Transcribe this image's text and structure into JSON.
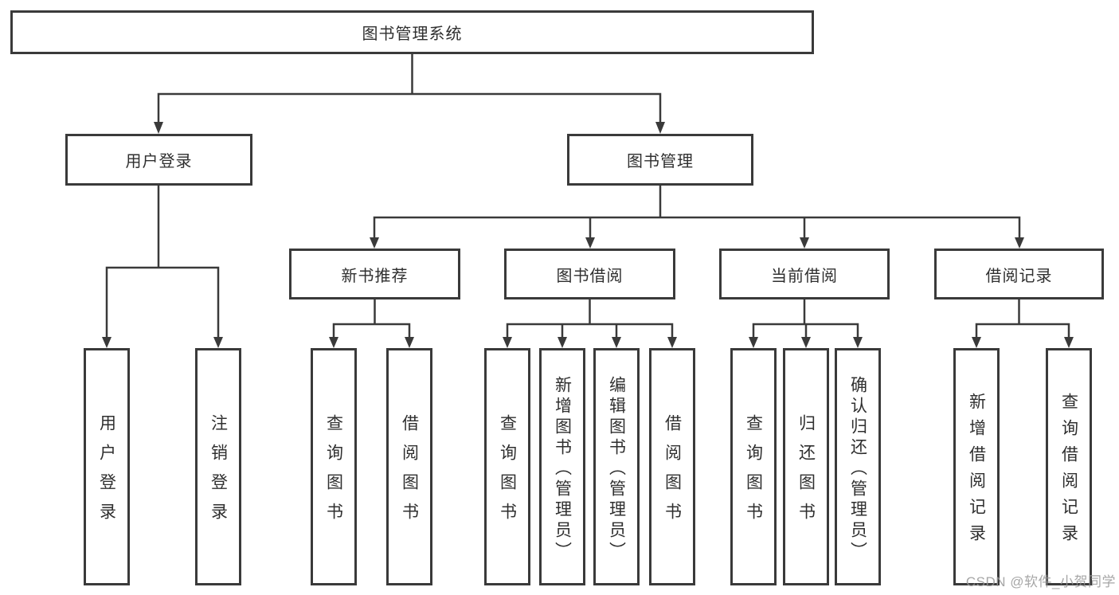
{
  "diagram": {
    "root": {
      "label": "图书管理系统"
    },
    "branches": [
      {
        "label": "用户登录",
        "children": [
          {
            "label": "用户登录"
          },
          {
            "label": "注销登录"
          }
        ]
      },
      {
        "label": "图书管理",
        "children": [
          {
            "label": "新书推荐",
            "children": [
              {
                "label": "查询图书"
              },
              {
                "label": "借阅图书"
              }
            ]
          },
          {
            "label": "图书借阅",
            "children": [
              {
                "label": "查询图书"
              },
              {
                "label": "新增图书（管理员）"
              },
              {
                "label": "编辑图书（管理员）"
              },
              {
                "label": "借阅图书"
              }
            ]
          },
          {
            "label": "当前借阅",
            "children": [
              {
                "label": "查询图书"
              },
              {
                "label": "归还图书"
              },
              {
                "label": "确认归还（管理员）"
              }
            ]
          },
          {
            "label": "借阅记录",
            "children": [
              {
                "label": "新增借阅记录"
              },
              {
                "label": "查询借阅记录"
              }
            ]
          }
        ]
      }
    ]
  },
  "watermark": {
    "text": "CSDN @软件_小贺同学"
  },
  "colors": {
    "line": "#3a3a3a",
    "text": "#2f2f2f",
    "box_background": "#ffffff",
    "watermark": "#969696",
    "background": "#ffffff"
  }
}
